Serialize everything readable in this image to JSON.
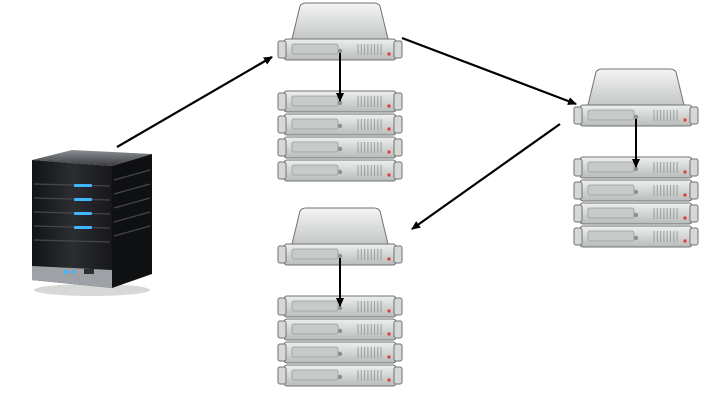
{
  "diagram": {
    "source_server": {
      "icon": "tower-server-icon"
    },
    "clusters": [
      {
        "name": "cluster-top",
        "head_icon": "rack-server-icon",
        "node_count": 4
      },
      {
        "name": "cluster-right",
        "head_icon": "rack-server-icon",
        "node_count": 4
      },
      {
        "name": "cluster-bottom",
        "head_icon": "rack-server-icon",
        "node_count": 4
      }
    ],
    "connections": [
      {
        "from": "source-server",
        "to": "cluster-top"
      },
      {
        "from": "cluster-top",
        "to": "cluster-right"
      },
      {
        "from": "cluster-right",
        "to": "cluster-bottom"
      }
    ],
    "colors": {
      "rack_body": "#c9cbc9",
      "rack_face": "#dcdedd",
      "rack_outline": "#6f7370",
      "tower_body": "#1c1d20",
      "led_blue": "#3fb6ff",
      "led_red": "#e53935",
      "arrow": "#000000"
    }
  }
}
